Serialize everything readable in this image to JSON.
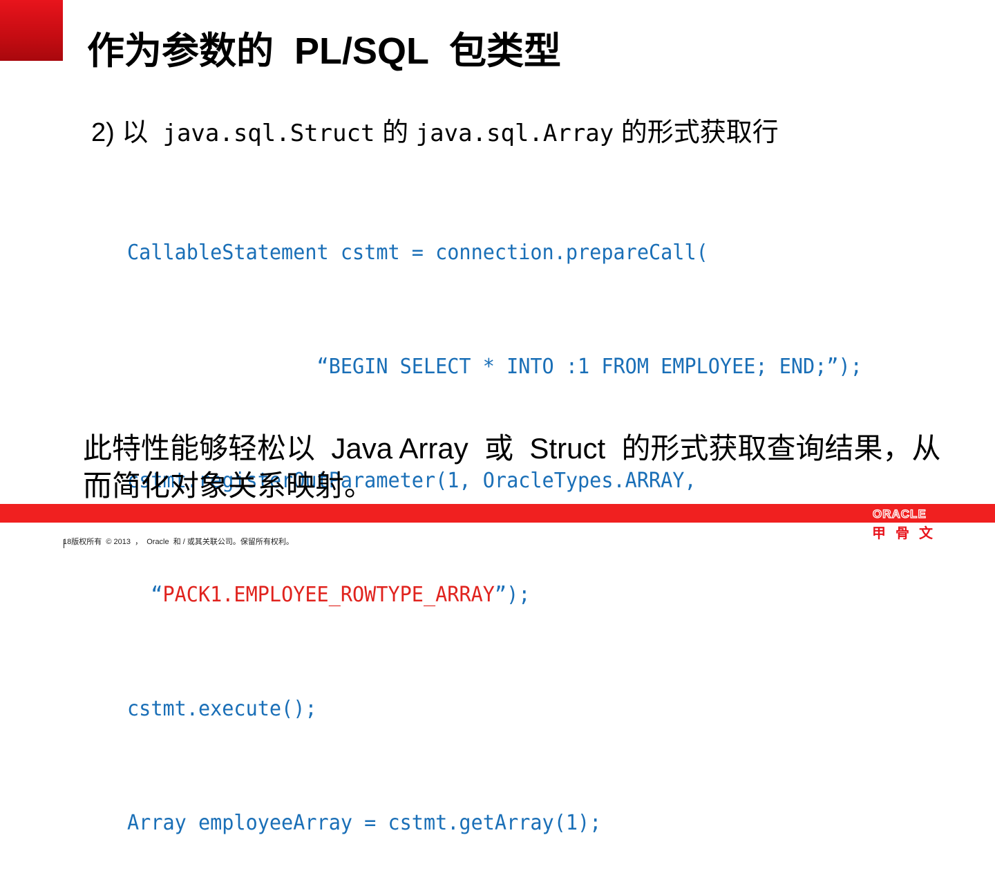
{
  "slide": {
    "title": "作为参数的  PL/SQL  包类型",
    "subheading": {
      "number": "2)",
      "part1": " 以  ",
      "class1": "java.sql.Struct",
      "part2": " 的 ",
      "class2": "java.sql.Array",
      "part3": " 的形式获取行"
    },
    "code": {
      "line1": "CallableStatement cstmt = connection.prepareCall(",
      "line2": "                “BEGIN SELECT * INTO :1 FROM EMPLOYEE; END;”);",
      "line3": "cstmt.registerOutParameter(1, OracleTypes.ARRAY,",
      "line4_open": "  “",
      "line4_red": "PACK1.EMPLOYEE_ROWTYPE_ARRAY",
      "line4_close": "”);",
      "line5": "cstmt.execute();",
      "line6": "Array employeeArray = cstmt.getArray(1);"
    },
    "summary": {
      "line1": "此特性能够轻松以  Java Array  或  Struct  的形式获取查询结果，从",
      "line2": "而简化对象关系映射。"
    }
  },
  "footer": {
    "page_number": "18",
    "copyright": "版权所有  © 2013  ，  Oracle  和 / 或其关联公司。保留所有权利。"
  },
  "logo": {
    "wordmark": "ORACLE",
    "chinese": "甲骨文"
  },
  "colors": {
    "accent_red": "#f02020",
    "code_blue": "#1a6fb7",
    "code_red": "#e0231e",
    "corner_red": "#d4101a"
  }
}
